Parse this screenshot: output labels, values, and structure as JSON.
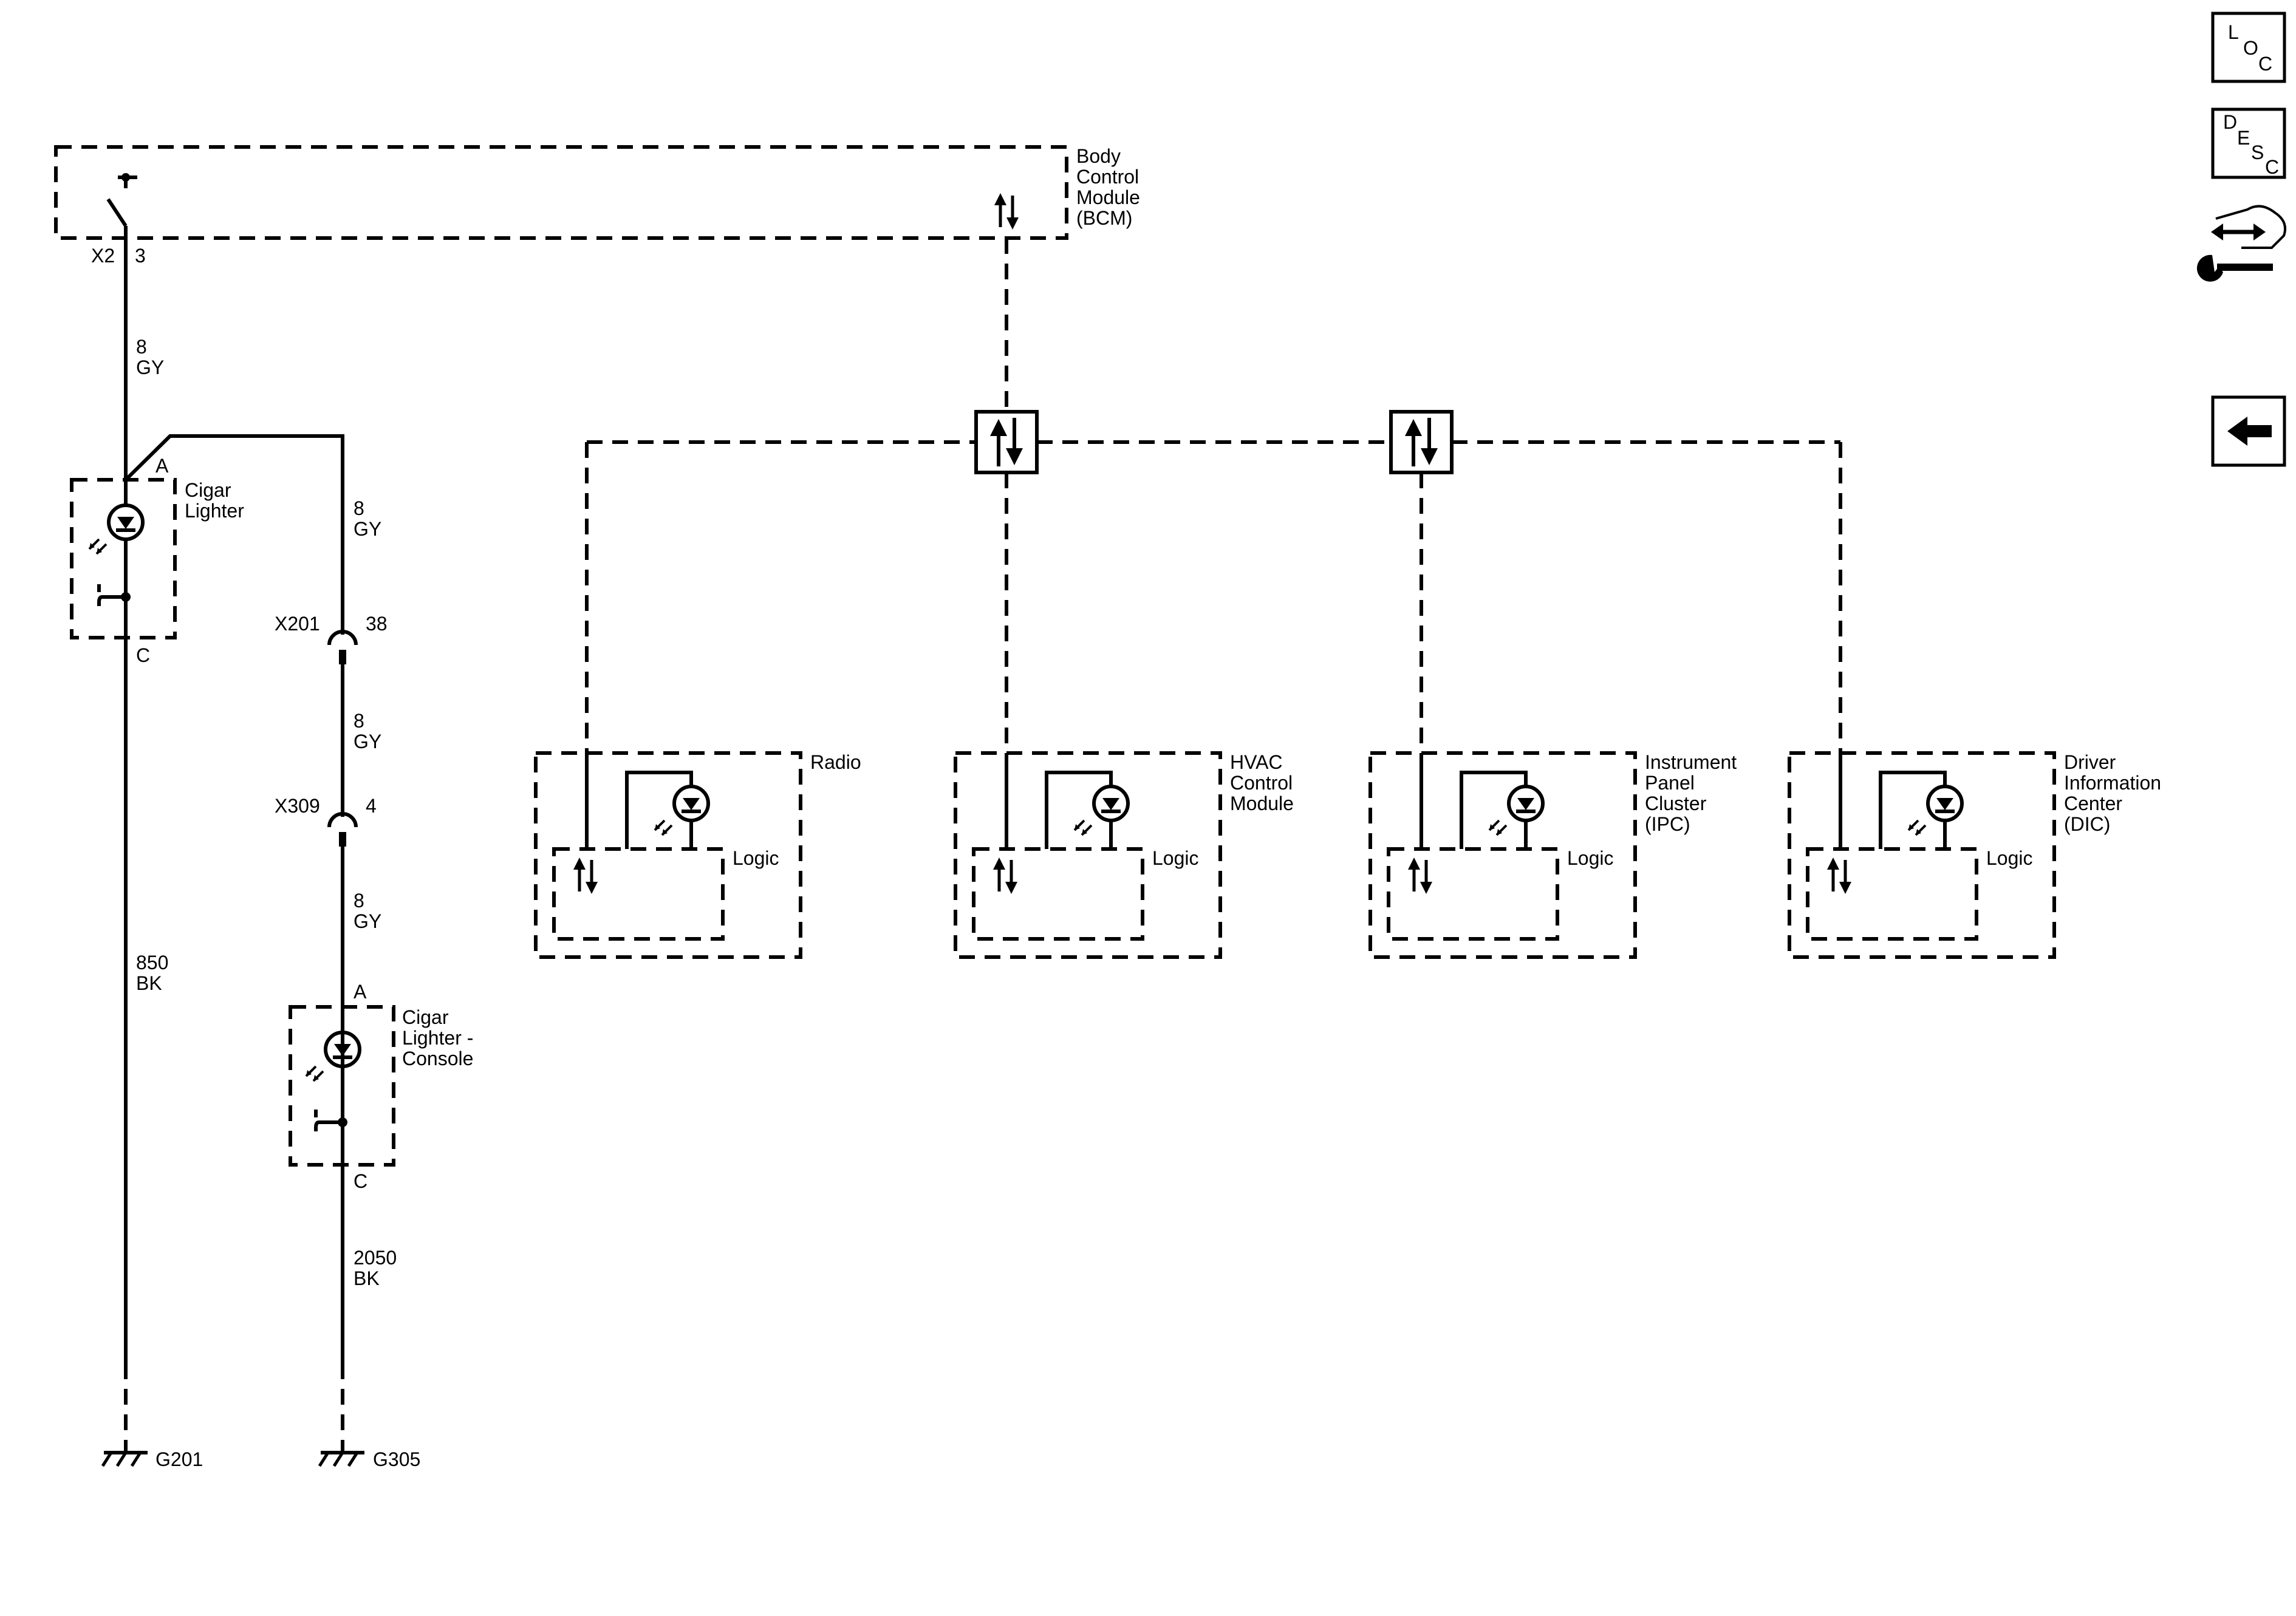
{
  "bcm": {
    "line1": "Body",
    "line2": "Control",
    "line3": "Module",
    "line4": "(BCM)",
    "connector": "X2",
    "pin": "3"
  },
  "wires": {
    "w1": {
      "size": "8",
      "color": "GY"
    },
    "w2": {
      "size": "8",
      "color": "GY"
    },
    "w3": {
      "size": "8",
      "color": "GY"
    },
    "w4": {
      "size": "8",
      "color": "GY"
    },
    "w5": {
      "size": "850",
      "color": "BK"
    },
    "w6": {
      "size": "2050",
      "color": "BK"
    }
  },
  "cigar_lighter": {
    "line1": "Cigar",
    "line2": "Lighter",
    "pin_a": "A",
    "pin_c": "C"
  },
  "cigar_lighter_console": {
    "line1": "Cigar",
    "line2": "Lighter -",
    "line3": "Console",
    "pin_a": "A",
    "pin_c": "C"
  },
  "connectors": {
    "x201": {
      "name": "X201",
      "pin": "38"
    },
    "x309": {
      "name": "X309",
      "pin": "4"
    }
  },
  "grounds": {
    "g201": "G201",
    "g305": "G305"
  },
  "modules": {
    "radio": {
      "line1": "Radio",
      "logic": "Logic"
    },
    "hvac": {
      "line1": "HVAC",
      "line2": "Control",
      "line3": "Module",
      "logic": "Logic"
    },
    "ipc": {
      "line1": "Instrument",
      "line2": "Panel",
      "line3": "Cluster",
      "line4": "(IPC)",
      "logic": "Logic"
    },
    "dic": {
      "line1": "Driver",
      "line2": "Information",
      "line3": "Center",
      "line4": "(DIC)",
      "logic": "Logic"
    }
  },
  "nav": {
    "loc": {
      "l": "L",
      "o": "O",
      "c": "C"
    },
    "desc": {
      "d": "D",
      "e": "E",
      "s": "S",
      "c": "C"
    }
  }
}
